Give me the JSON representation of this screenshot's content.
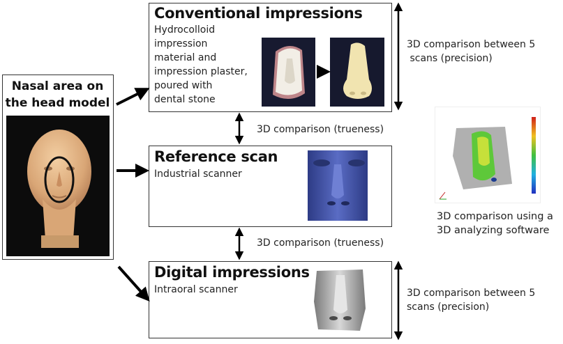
{
  "head_model": {
    "title_line1": "Nasal area on",
    "title_line2": "the head model"
  },
  "conventional": {
    "title": "Conventional impressions",
    "desc_lines": [
      "Hydrocolloid",
      "impression",
      "material and",
      "impression plaster,",
      "poured with",
      "dental stone"
    ]
  },
  "reference": {
    "title": "Reference scan",
    "desc": "Industrial scanner"
  },
  "digital": {
    "title": "Digital impressions",
    "desc": "Intraoral scanner"
  },
  "comparisons": {
    "trueness_top": "3D comparison (trueness)",
    "trueness_bottom": "3D comparison (trueness)",
    "precision_top_line1": "3D comparison between 5",
    "precision_top_line2": " scans (precision)",
    "precision_bottom_line1": "3D comparison between 5",
    "precision_bottom_line2": "scans (precision)",
    "software_line1": "3D comparison using a",
    "software_line2": "3D analyzing software"
  },
  "colors": {
    "arrow": "#000000",
    "border": "#333333",
    "photo_bg": "#0c0c0c",
    "skin": "#e6b98c",
    "scan_blue": "#3e4fa8",
    "scan_gray": "#9a9a9a",
    "plaster": "#f1e4b0"
  }
}
